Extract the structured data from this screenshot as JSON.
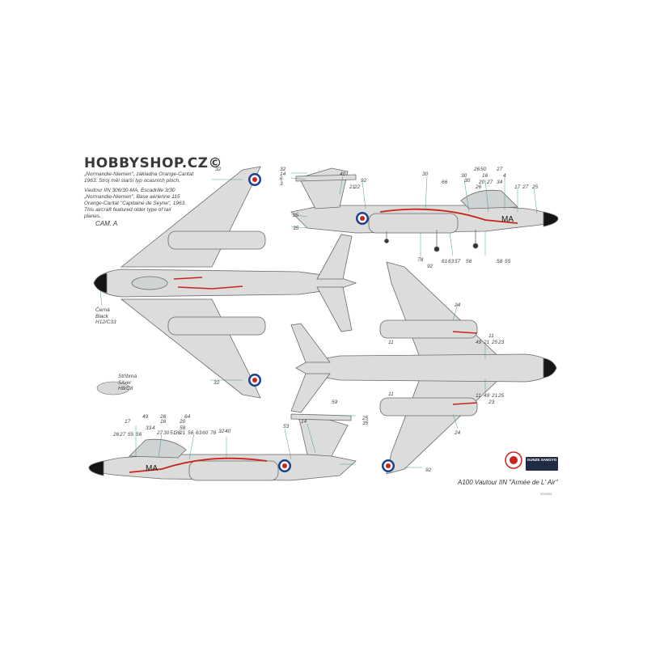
{
  "watermark": "HOBBYSHOP.CZ©",
  "note_cz": [
    "„Normandie-Niemen\", základna Orange-Caritat",
    "1963. Stroj měl starší typ ocasních ploch."
  ],
  "note_en": [
    "Vautour IIN 306/30-MA, Escadrille 3/30",
    "„Normandie-Niemen\", Base aérienne 115",
    "Orange-Caritat \"Capitaine de Seyne\", 1963.",
    "This aircraft featured older type of tail",
    "planes."
  ],
  "camo_label": "CAM. A",
  "color_black": [
    "Černá",
    "Black",
    "H12/C33"
  ],
  "color_silver": [
    "Stříbrná",
    "Silver",
    "H8/C8"
  ],
  "codes": {
    "top": "MA",
    "bottom": "MA"
  },
  "caption": "A100 Vautour IIN \"Armée de L' Air\"",
  "print_code": "2010/04",
  "brand": "GUNZE SANGYO",
  "top_callouts": [
    "32",
    "14",
    "6",
    "3",
    "25",
    "35",
    "40",
    "21",
    "22",
    "92",
    "30",
    "66",
    "26",
    "50",
    "30",
    "16",
    "30",
    "20",
    "26",
    "27",
    "34",
    "27",
    "17",
    "27",
    "25",
    "4",
    "78",
    "61",
    "63",
    "57",
    "56",
    "58",
    "55"
  ],
  "bottom_callouts": [
    "17",
    "26",
    "27",
    "55",
    "56",
    "49",
    "33",
    "4",
    "26",
    "16",
    "27",
    "30",
    "51",
    "36",
    "21",
    "20",
    "58",
    "64",
    "56",
    "63",
    "60",
    "78",
    "32",
    "40",
    "53",
    "14",
    "59",
    "25",
    "35"
  ],
  "right_callouts": [
    "92",
    "24",
    "11",
    "11",
    "49",
    "21",
    "25",
    "23",
    "11",
    "11",
    "49",
    "21",
    "25",
    "23",
    "24",
    "92"
  ],
  "left_callouts": [
    "32",
    "32"
  ],
  "colors": {
    "silver": "#d9d9d7",
    "line": "#6a6a6a",
    "red": "#c8251c",
    "leader": "#4a9a8a",
    "black": "#151515",
    "blue": "#1c3f8f"
  }
}
